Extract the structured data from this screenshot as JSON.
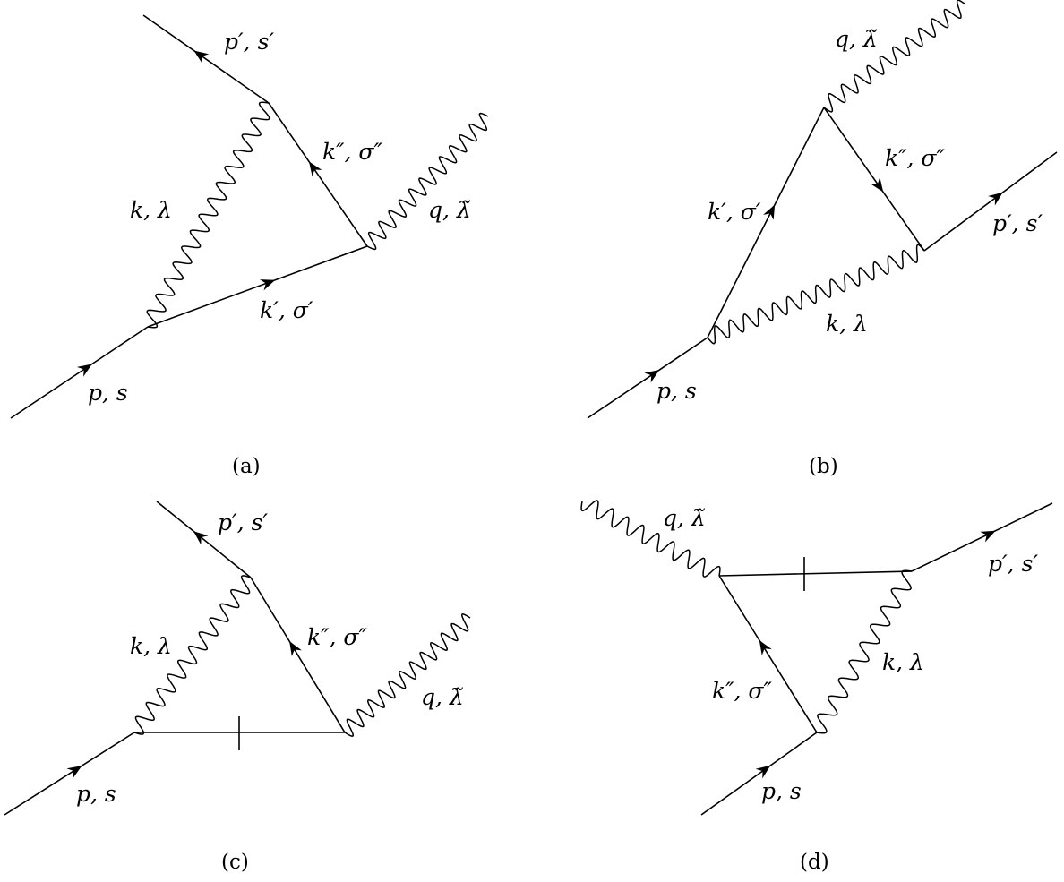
{
  "colors": {
    "ink": "#000000",
    "background": "#ffffff"
  },
  "diagrams": [
    {
      "id": "a",
      "caption": "(a)",
      "labels": {
        "p_s": "p, s",
        "p_prime": "p′, s′",
        "k_lambda": "k, λ",
        "k_double": "k″, σ″",
        "k_prime": "k′, σ′",
        "q": "q, λ̃"
      }
    },
    {
      "id": "b",
      "caption": "(b)",
      "labels": {
        "p_s": "p, s",
        "p_prime": "p′, s′",
        "k_lambda": "k, λ",
        "k_double": "k″, σ″",
        "k_prime": "k′, σ′",
        "q": "q, λ̃"
      }
    },
    {
      "id": "c",
      "caption": "(c)",
      "labels": {
        "p_s": "p, s",
        "p_prime": "p′, s′",
        "k_lambda": "k, λ",
        "k_double": "k″, σ″",
        "q": "q, λ̃"
      }
    },
    {
      "id": "d",
      "caption": "(d)",
      "labels": {
        "p_s": "p, s",
        "p_prime": "p′, s′",
        "k_lambda": "k, λ",
        "k_double": "k″, σ″",
        "q": "q, λ̃"
      }
    }
  ]
}
